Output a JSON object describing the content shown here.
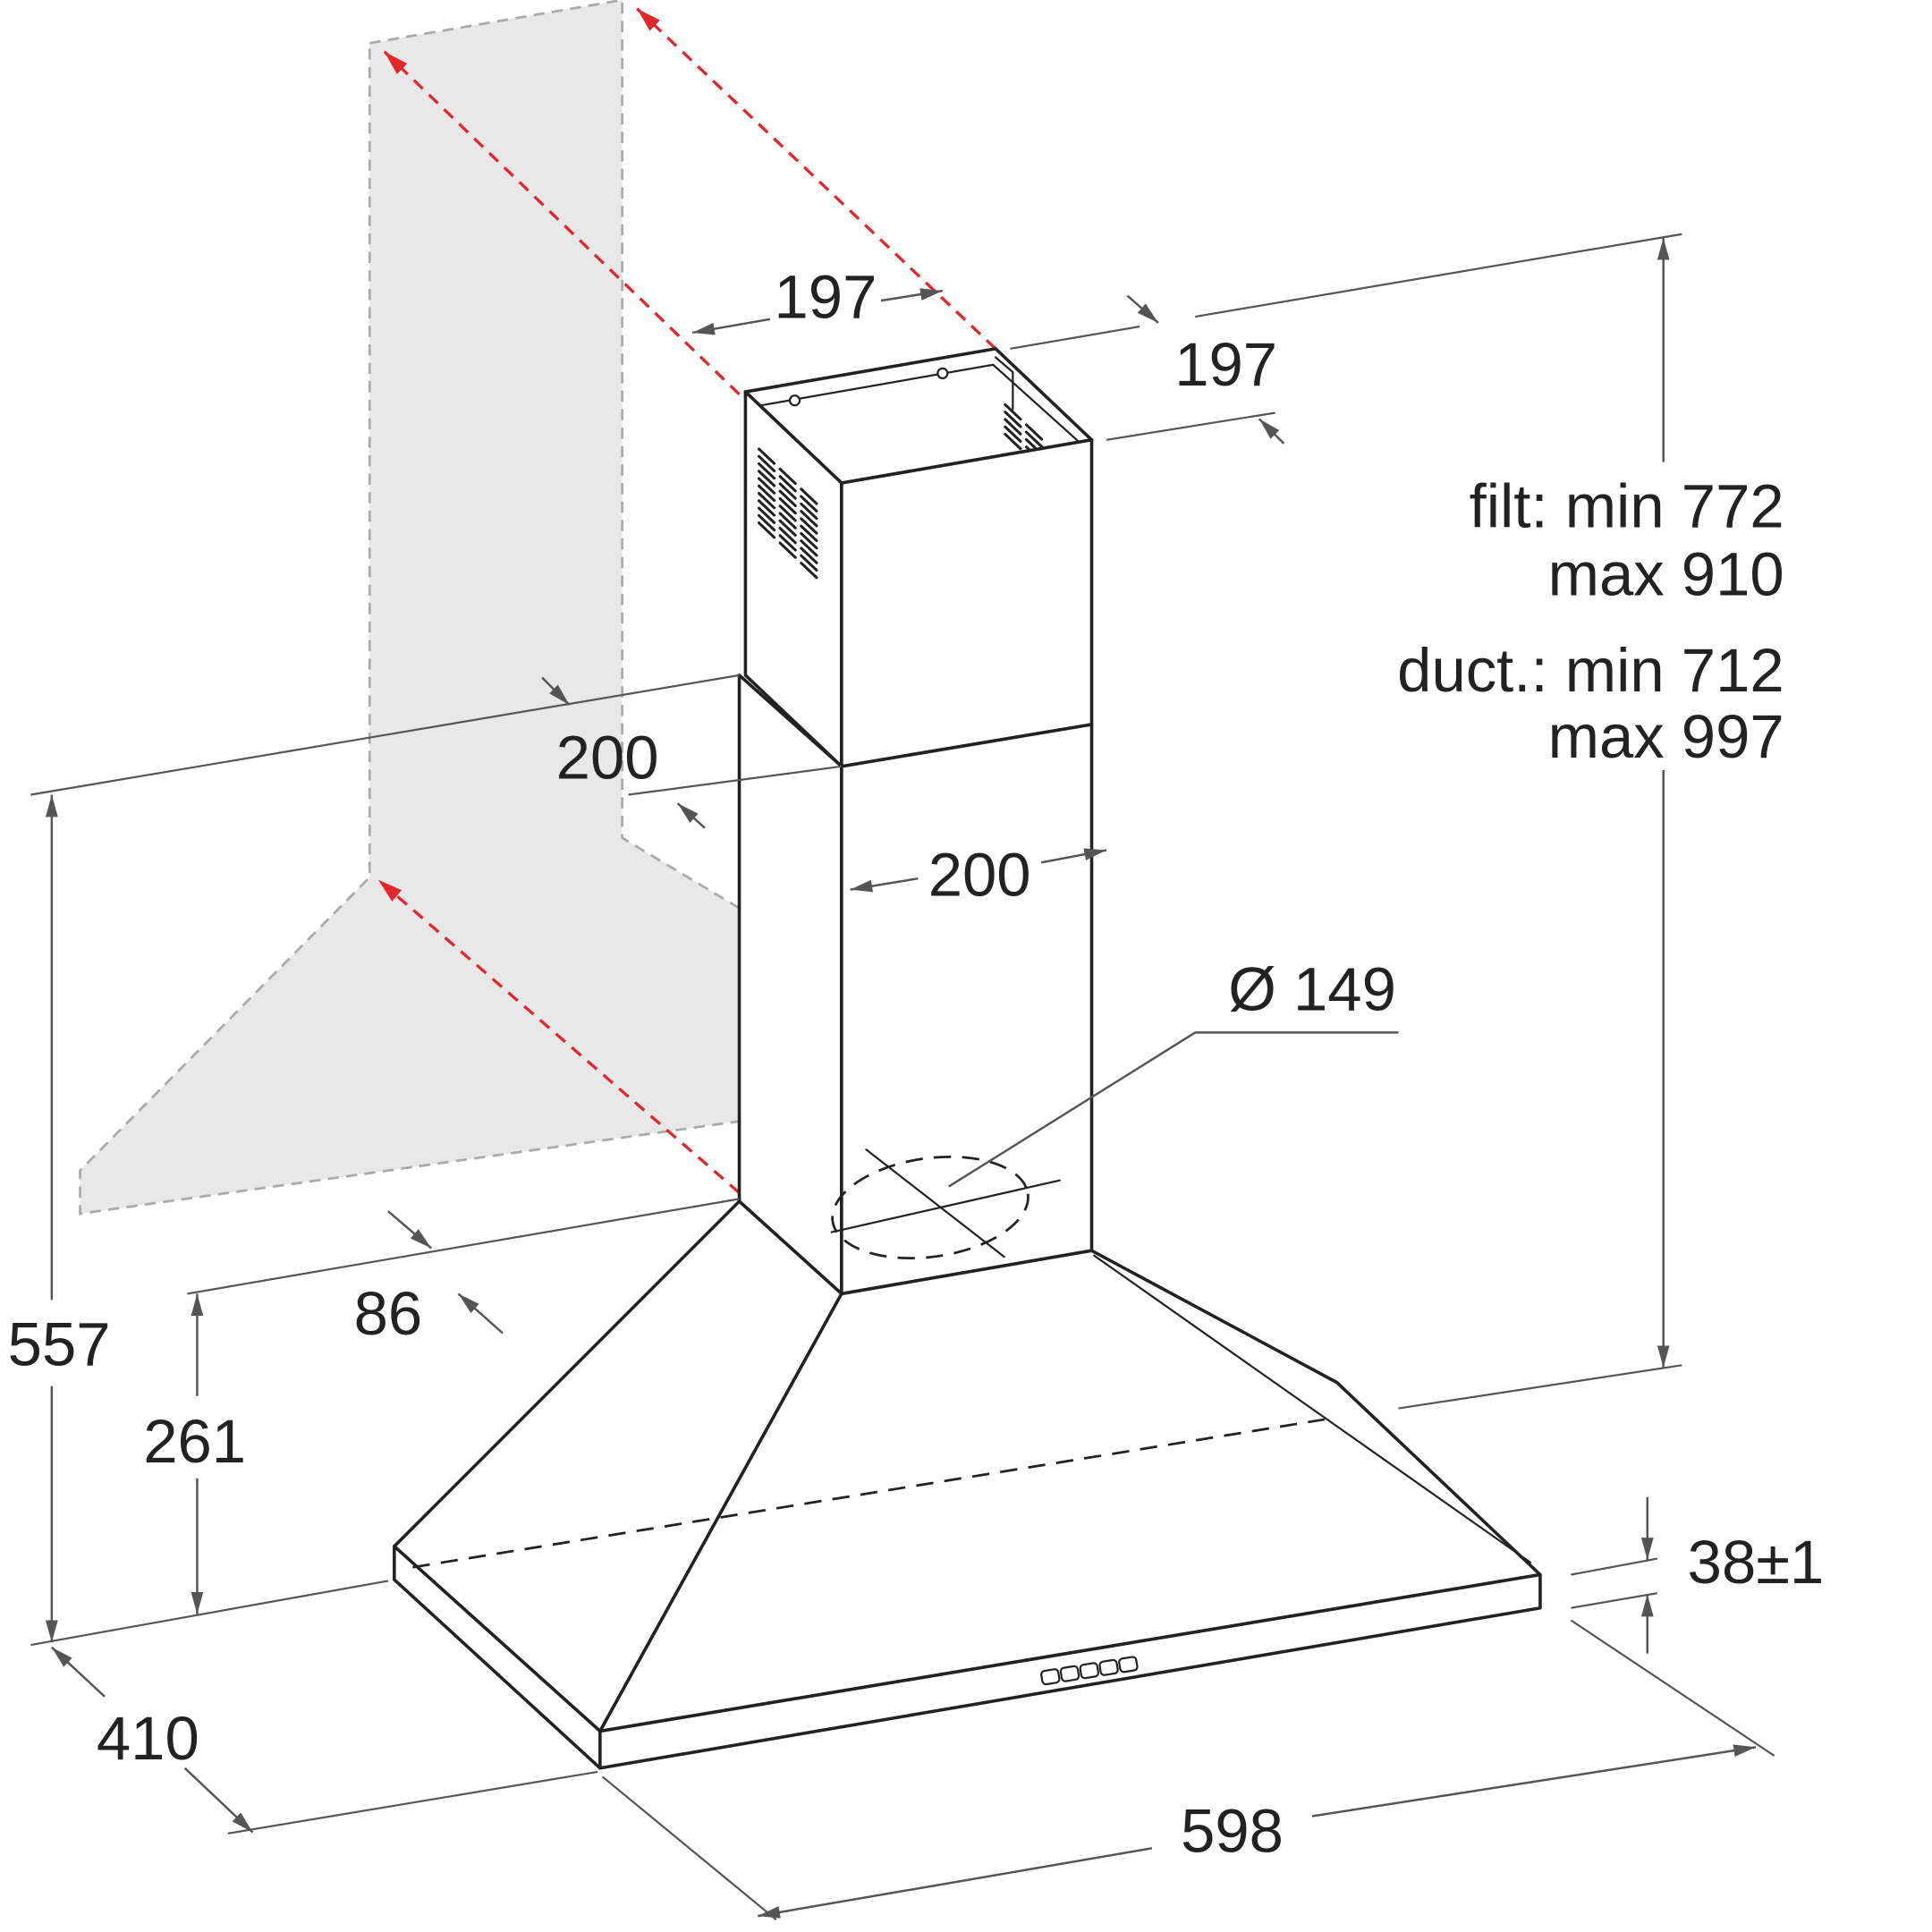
{
  "colors": {
    "outline": "#222222",
    "dimension": "#555555",
    "guide_red": "#e3262b",
    "wall_fill": "#e8e8e8",
    "wall_edge": "#aaaaaa"
  },
  "dimensions": {
    "chimney_top_width": "197",
    "chimney_top_depth": "197",
    "height_filter_min": "filt: min 772",
    "height_filter_max": "max 910",
    "height_duct_min": "duct.: min 712",
    "height_duct_max": "max 997",
    "chimney_lower_depth": "200",
    "chimney_lower_width": "200",
    "outlet_diameter": "Ø 149",
    "wall_offset": "86",
    "total_height": "557",
    "canopy_height": "261",
    "rim_height": "38±1",
    "depth": "410",
    "width": "598"
  }
}
